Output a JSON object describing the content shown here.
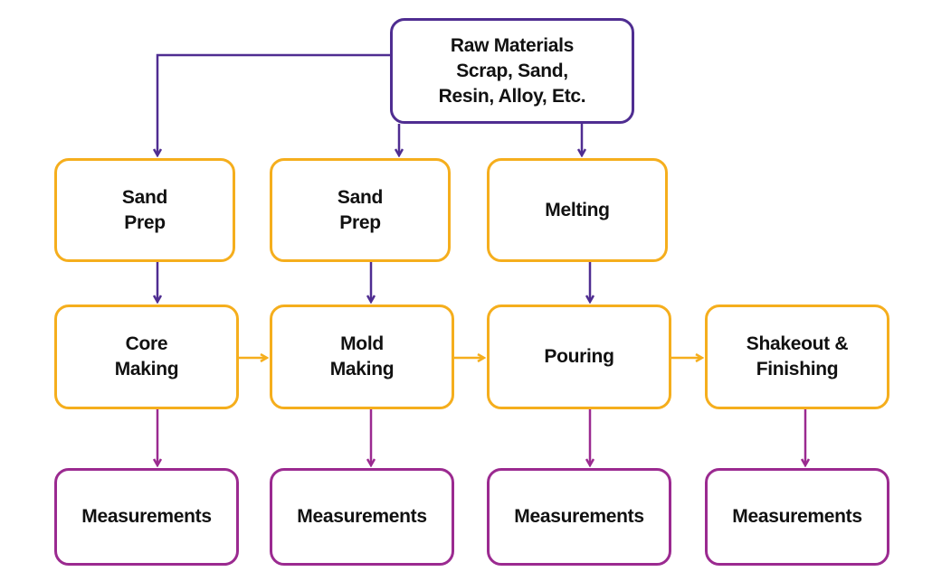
{
  "diagram": {
    "raw_materials": "Raw Materials\nScrap, Sand,\nResin, Alloy, Etc.",
    "stage1": [
      "Sand\nPrep",
      "Sand\nPrep",
      "Melting"
    ],
    "stage2": [
      "Core\nMaking",
      "Mold\nMaking",
      "Pouring",
      "Shakeout &\nFinishing"
    ],
    "measurements": [
      "Measurements",
      "Measurements",
      "Measurements",
      "Measurements"
    ]
  },
  "colors": {
    "raw_border": "#4f2d91",
    "process_border": "#f5ae1d",
    "measure_border": "#9b2a90",
    "supply_arrow": "#4f2d91",
    "flow_arrow": "#f5ae1d",
    "measure_arrow": "#9b2a90"
  }
}
